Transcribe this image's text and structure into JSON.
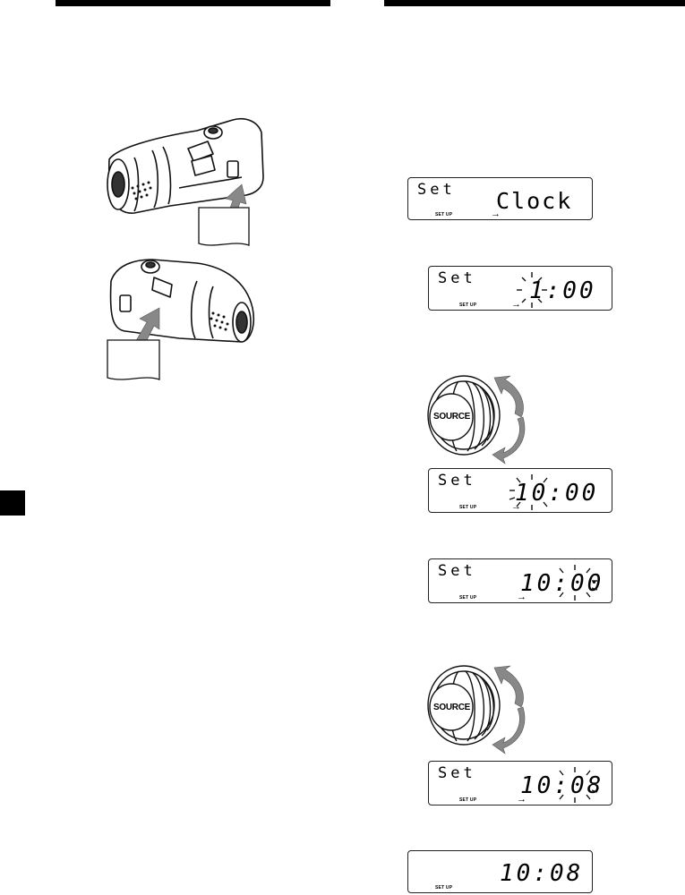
{
  "displays": [
    {
      "set": "Set",
      "setup": "SET UP",
      "main": "Clock",
      "arrow": "→"
    },
    {
      "set": "Set",
      "setup": "SET UP",
      "main": "1:00",
      "arrow": "→"
    },
    {
      "set": "Set",
      "setup": "SET UP",
      "main": "10:00",
      "arrow": "→"
    },
    {
      "set": "Set",
      "setup": "SET UP",
      "main": "10:00",
      "arrow": "→"
    },
    {
      "set": "Set",
      "setup": "SET UP",
      "main": "10:08",
      "arrow": "→"
    },
    {
      "set": "",
      "setup": "SET UP",
      "main": "10:08",
      "arrow": ""
    }
  ],
  "knobs": [
    {
      "label": "SOURCE"
    },
    {
      "label": "SOURCE"
    }
  ]
}
